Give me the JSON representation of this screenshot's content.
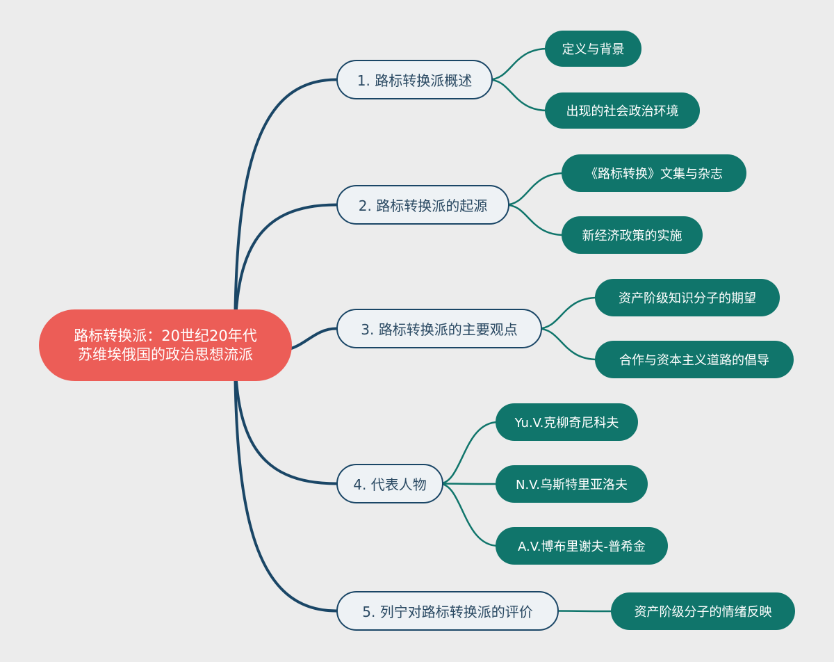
{
  "colors": {
    "background": "#ececec",
    "root_fill": "#ec5d57",
    "branch_fill": "#eef2f5",
    "branch_border": "#1a4666",
    "branch_text": "#2b4a63",
    "leaf_fill": "#10756b",
    "leaf_text": "#ffffff"
  },
  "root": {
    "line1": "路标转换派：20世纪20年代",
    "line2": "苏维埃俄国的政治思想流派"
  },
  "branches": [
    {
      "label": "1. 路标转换派概述",
      "children": [
        "定义与背景",
        "出现的社会政治环境"
      ]
    },
    {
      "label": "2. 路标转换派的起源",
      "children": [
        "《路标转换》文集与杂志",
        "新经济政策的实施"
      ]
    },
    {
      "label": "3. 路标转换派的主要观点",
      "children": [
        "资产阶级知识分子的期望",
        "合作与资本主义道路的倡导"
      ]
    },
    {
      "label": "4. 代表人物",
      "children": [
        "Yu.V.克柳奇尼科夫",
        "N.V.乌斯特里亚洛夫",
        "A.V.博布里谢夫-普希金"
      ]
    },
    {
      "label": "5. 列宁对路标转换派的评价",
      "children": [
        "资产阶级分子的情绪反映"
      ]
    }
  ]
}
